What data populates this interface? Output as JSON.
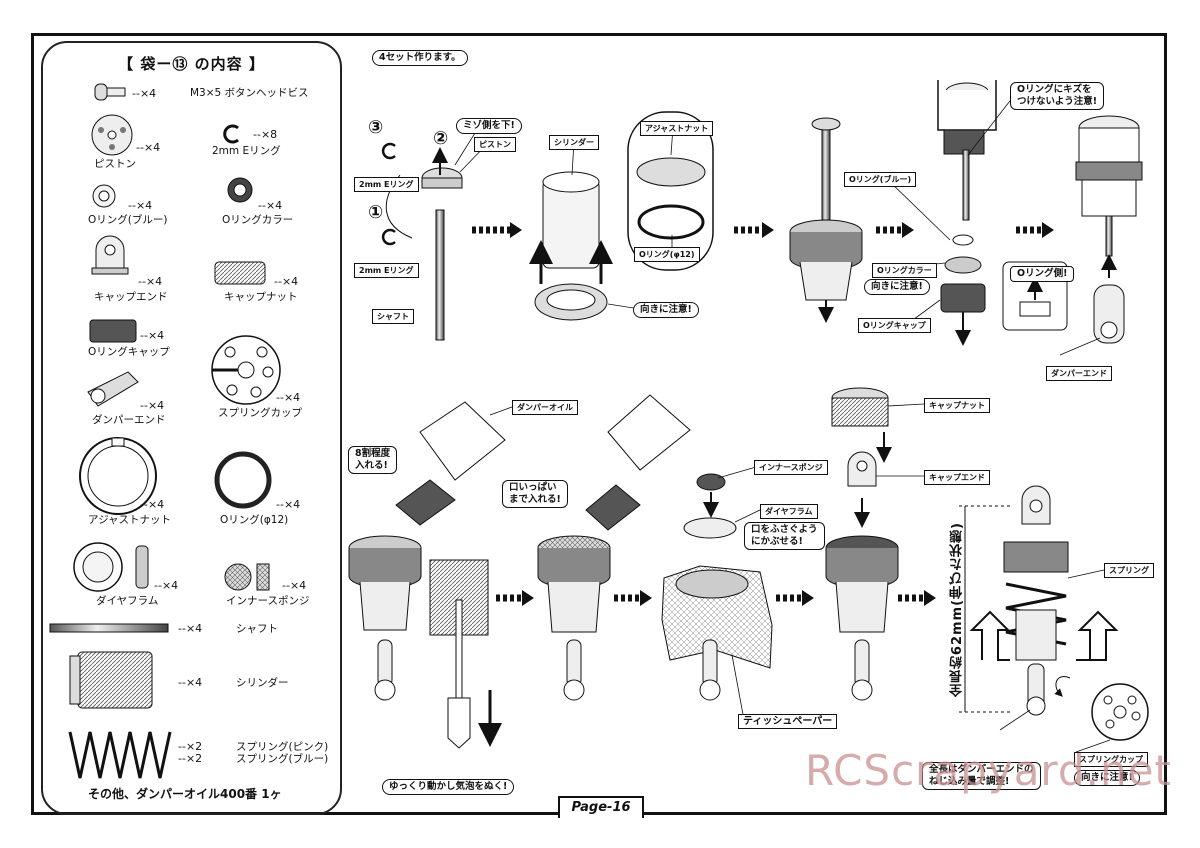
{
  "parts_list": {
    "title": "【 袋ー⑬ の内容 】",
    "items": [
      {
        "name": "M3×5 ボタンヘッドビス",
        "qty": "--×4"
      },
      {
        "name": "ピストン",
        "qty": "--×4"
      },
      {
        "name": "2mm Eリング",
        "qty": "--×8"
      },
      {
        "name": "Oリング(ブルー)",
        "qty": "--×4"
      },
      {
        "name": "Oリングカラー",
        "qty": "--×4"
      },
      {
        "name": "キャップエンド",
        "qty": "--×4"
      },
      {
        "name": "キャップナット",
        "qty": "--×4"
      },
      {
        "name": "Oリングキャップ",
        "qty": "--×4"
      },
      {
        "name": "ダンパーエンド",
        "qty": "--×4"
      },
      {
        "name": "スプリングカップ",
        "qty": "--×4"
      },
      {
        "name": "アジャストナット",
        "qty": "--×4"
      },
      {
        "name": "Oリング(φ12)",
        "qty": "--×4"
      },
      {
        "name": "ダイヤフラム",
        "qty": "--×4"
      },
      {
        "name": "インナースポンジ",
        "qty": "--×4"
      },
      {
        "name": "シャフト",
        "qty": "--×4"
      },
      {
        "name": "シリンダー",
        "qty": "--×4"
      },
      {
        "name": "スプリング(ピンク)",
        "qty": "--×2"
      },
      {
        "name": "スプリング(ブルー)",
        "qty": "--×2"
      }
    ],
    "footer": "その他、ダンパーオイル400番 1ヶ"
  },
  "step1": {
    "note": "4セット作ります。",
    "num1": "①",
    "num2": "②",
    "num3": "③",
    "callout_groove": "ミゾ側を下!",
    "label_piston": "ピストン",
    "label_ering_top": "2mm Eリング",
    "label_ering_bottom": "2mm Eリング",
    "label_shaft": "シャフト",
    "label_cylinder": "シリンダー",
    "label_adjust_nut": "アジャストナット",
    "label_oring12": "Oリング(φ12)",
    "callout_direction": "向きに注意!",
    "label_oring_blue": "Oリング(ブルー)",
    "callout_no_scratch": "Oリングにキズを\nつけないよう注意!",
    "label_oring_collar": "Oリングカラー",
    "callout_direction2": "向きに注意!",
    "label_oring_cap": "Oリングキャップ",
    "callout_oring_side": "Oリング側!",
    "label_damper_end": "ダンパーエンド"
  },
  "step2": {
    "label_damper_oil": "ダンパーオイル",
    "callout_80": "8割程度\n入れる!",
    "callout_full": "口いっぱい\nまで入れる!",
    "callout_bubbles": "ゆっくり動かし気泡をぬく!",
    "label_inner_sponge": "インナースポンジ",
    "label_diaphragm": "ダイヤフラム",
    "callout_cover": "口をふさぐよう\nにかぶせる!",
    "label_tissue": "ティッシュペーパー",
    "label_cap_nut": "キャップナット",
    "label_cap_end": "キャップエンド",
    "label_spring": "スプリング",
    "label_length": "全長約62mm(伸びた状態)",
    "callout_adjust": "全長はダンパーエンドの\nねじ込み量で調整!",
    "label_spring_cup": "スプリングカップ",
    "callout_direction3": "向きに注意!"
  },
  "page_label": "Page-16",
  "watermark": "RCScrapyard.net"
}
